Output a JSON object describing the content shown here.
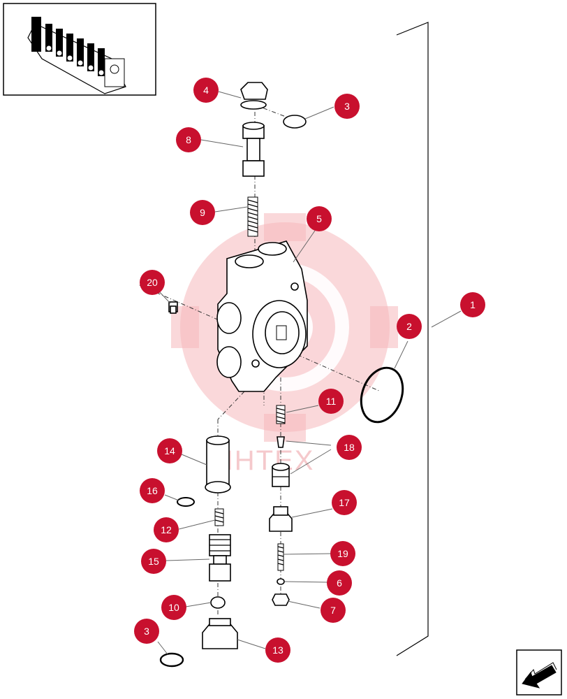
{
  "watermark": {
    "text": "ИНТЕХ"
  },
  "callouts": [
    "1",
    "2",
    "3",
    "3",
    "4",
    "5",
    "6",
    "7",
    "8",
    "9",
    "10",
    "11",
    "12",
    "13",
    "14",
    "15",
    "16",
    "17",
    "18",
    "19",
    "20"
  ],
  "colors": {
    "callout": "#c8102e",
    "watermark": "#f5b8bc"
  },
  "icons": {
    "thumbnail": "valve-bank-thumbnail",
    "nav": "return-arrow-icon"
  }
}
